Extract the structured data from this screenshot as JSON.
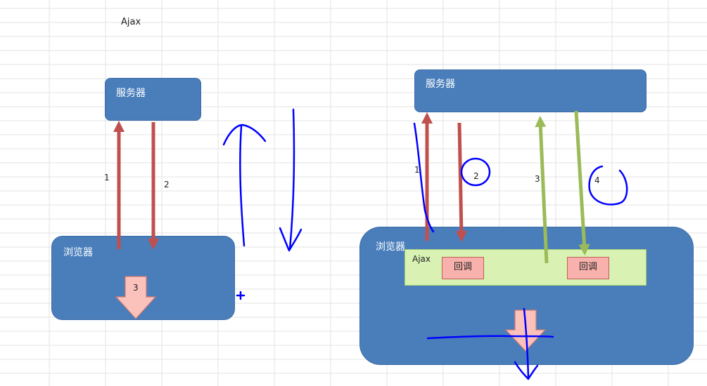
{
  "page": {
    "title": "Ajax"
  },
  "left": {
    "server_label": "服务器",
    "browser_label": "浏览器",
    "step1": "1",
    "step2": "2",
    "step3": "3"
  },
  "right": {
    "server_label": "服务器",
    "browser_label": "浏览器",
    "ajax_label": "Ajax",
    "callback1": "回调",
    "callback2": "回调",
    "step1": "1",
    "step2": "2",
    "step3": "3",
    "step4": "4"
  },
  "colors": {
    "box_fill": "#4a7ebb",
    "arrow_red": "#c0504d",
    "arrow_green": "#9bbb59",
    "ink_blue": "#0000ff",
    "callout_pink": "#f8b1ac",
    "ajax_green": "#d9f2b3"
  }
}
